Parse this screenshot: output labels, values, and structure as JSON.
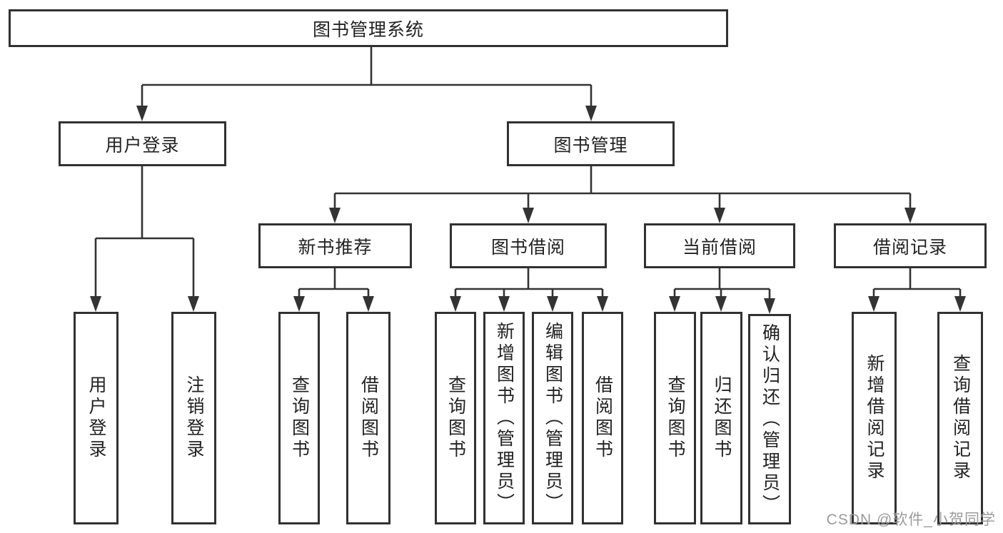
{
  "diagram": {
    "root": {
      "label": "图书管理系统"
    },
    "level2": {
      "user_login": {
        "label": "用户登录"
      },
      "book_mgmt": {
        "label": "图书管理"
      }
    },
    "level3": {
      "new_books": {
        "label": "新书推荐"
      },
      "book_borrow": {
        "label": "图书借阅"
      },
      "current_borrow": {
        "label": "当前借阅"
      },
      "borrow_records": {
        "label": "借阅记录"
      }
    },
    "leaves": {
      "user_login": {
        "label": "用户登录"
      },
      "logout": {
        "label": "注销登录"
      },
      "nb_query": {
        "label": "查询图书"
      },
      "nb_borrow": {
        "label": "借阅图书"
      },
      "bb_query": {
        "label": "查询图书"
      },
      "bb_add": {
        "label": "新增图书（管理员）"
      },
      "bb_edit": {
        "label": "编辑图书（管理员）"
      },
      "bb_borrow": {
        "label": "借阅图书"
      },
      "cb_query": {
        "label": "查询图书"
      },
      "cb_return": {
        "label": "归还图书"
      },
      "cb_confirm": {
        "label": "确认归还（管理员）"
      },
      "br_add": {
        "label": "新增借阅记录"
      },
      "br_query": {
        "label": "查询借阅记录"
      }
    }
  },
  "watermark": {
    "text": "CSDN @软件_小贺同学"
  },
  "colors": {
    "line": "#333333",
    "border": "#313131",
    "text": "#222222",
    "watermark": "#9b9b9b",
    "background": "#ffffff"
  }
}
